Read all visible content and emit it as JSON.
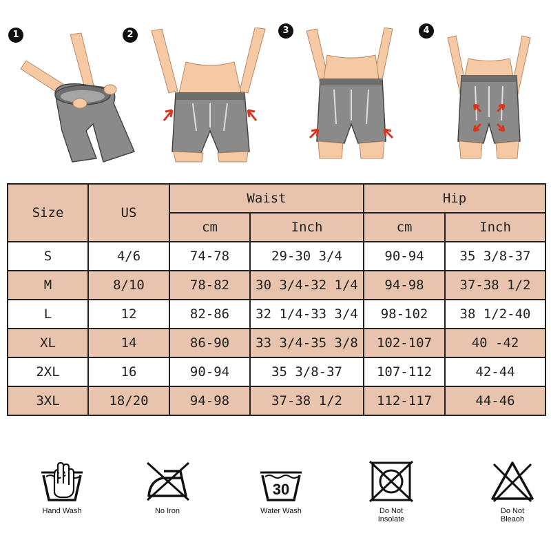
{
  "steps": [
    "1",
    "2",
    "3",
    "4"
  ],
  "table": {
    "headers": {
      "size": "Size",
      "us": "US",
      "waist": "Waist",
      "hip": "Hip",
      "waist_cm": "cm",
      "waist_inch": "Inch",
      "hip_cm": "cm",
      "hip_inch": "Inch"
    },
    "rows": [
      [
        "S",
        "4/6",
        "74-78",
        "29-30 3/4",
        "90-94",
        "35 3/8-37"
      ],
      [
        "M",
        "8/10",
        "78-82",
        "30 3/4-32 1/4",
        "94-98",
        "37-38 1/2"
      ],
      [
        "L",
        "12",
        "82-86",
        "32 1/4-33 3/4",
        "98-102",
        "38 1/2-40"
      ],
      [
        "XL",
        "14",
        "86-90",
        "33 3/4-35 3/8",
        "102-107",
        "40 -42"
      ],
      [
        "2XL",
        "16",
        "90-94",
        "35 3/8-37",
        "107-112",
        "42-44"
      ],
      [
        "3XL",
        "18/20",
        "94-98",
        "37-38 1/2",
        "112-117",
        "44-46"
      ]
    ]
  },
  "care": [
    {
      "icon": "hand-wash-icon",
      "label": "Hand Wash"
    },
    {
      "icon": "no-iron-icon",
      "label": "No Iron"
    },
    {
      "icon": "water-wash-icon",
      "label": "Water Wash",
      "temp": "30"
    },
    {
      "icon": "do-not-insolate-icon",
      "label": "Do Not\nInsolate"
    },
    {
      "icon": "do-not-bleach-icon",
      "label": "Do Not\nBleaoh"
    }
  ],
  "colors": {
    "header_fill": "#e8c4ae",
    "skin": "#f4c9a4",
    "garment": "#8a8a8a",
    "arrow": "#d8361c"
  }
}
